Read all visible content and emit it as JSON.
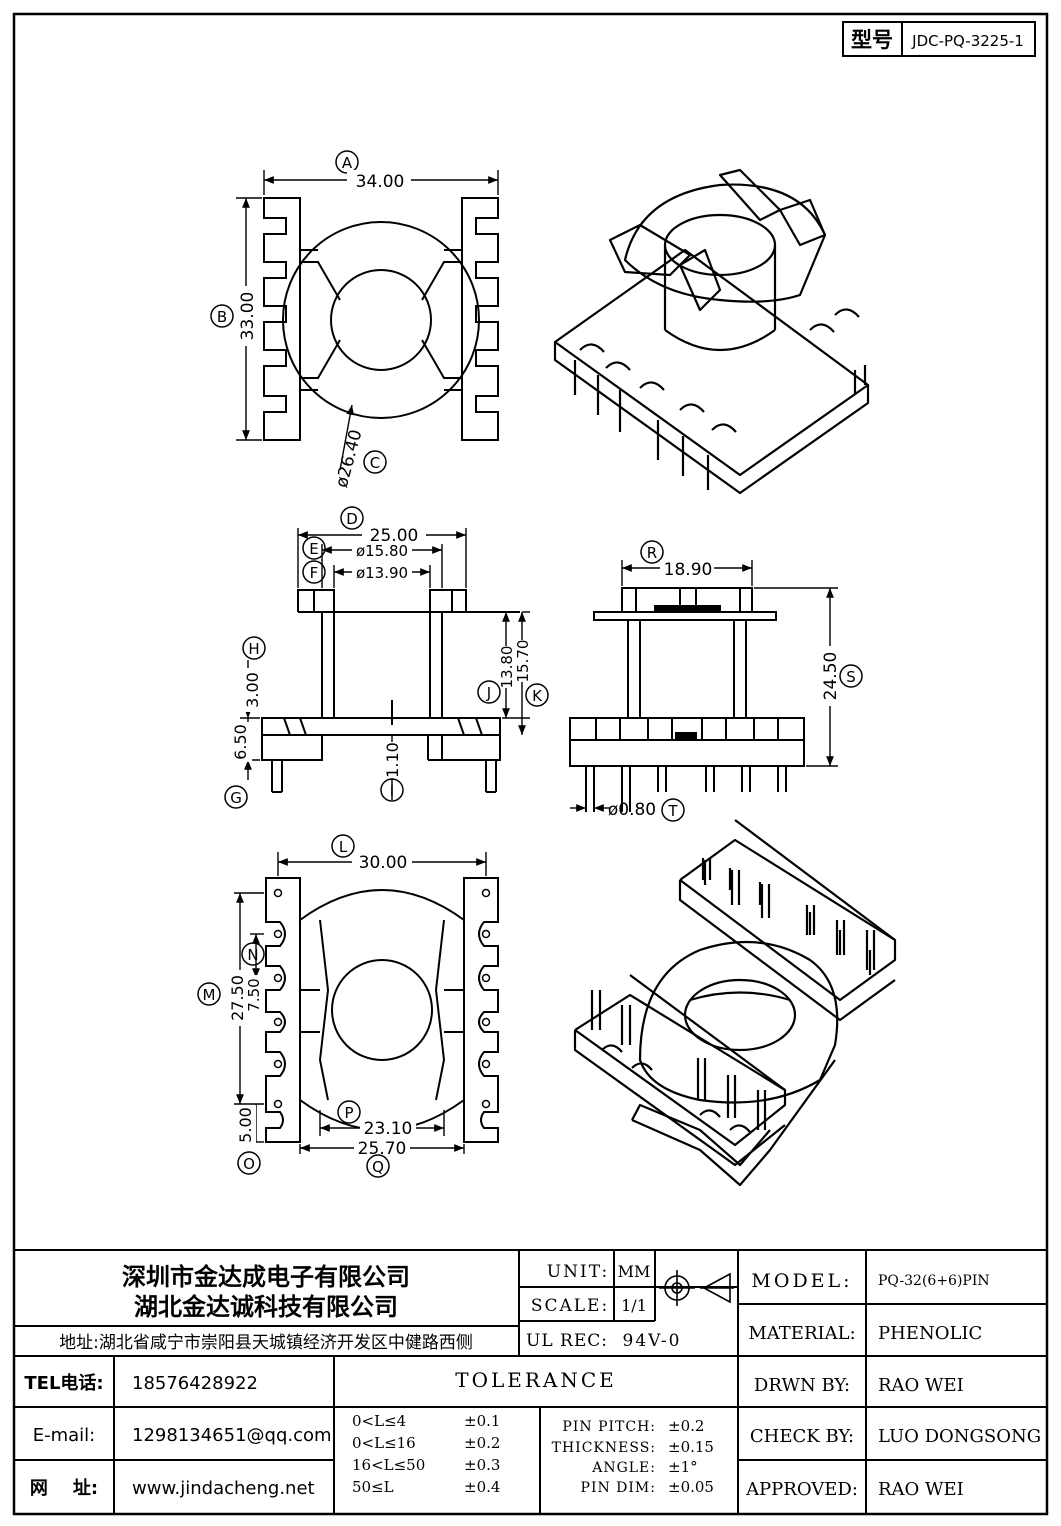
{
  "header": {
    "model_label": "型号",
    "model_code": "JDC-PQ-3225-1"
  },
  "dimensions": {
    "top_view": {
      "A": {
        "letter": "A",
        "value": "34.00"
      },
      "B": {
        "letter": "B",
        "value": "33.00"
      },
      "C": {
        "letter": "C",
        "value": "ø26.40"
      }
    },
    "front_view": {
      "D": {
        "letter": "D",
        "value": "25.00"
      },
      "E": {
        "letter": "E",
        "value": "ø15.80"
      },
      "F": {
        "letter": "F",
        "value": "ø13.90"
      },
      "H": {
        "letter": "H",
        "value": "3.00"
      },
      "G": {
        "letter": "G",
        "value": "6.50"
      },
      "I": {
        "letter": "I",
        "value": "1.10"
      },
      "J": {
        "letter": "J",
        "value": "13.80"
      },
      "K": {
        "letter": "K",
        "value": "15.70"
      }
    },
    "side_view": {
      "R": {
        "letter": "R",
        "value": "18.90"
      },
      "S": {
        "letter": "S",
        "value": "24.50"
      },
      "T": {
        "letter": "T",
        "value": "ø0.80"
      }
    },
    "bottom_view": {
      "L": {
        "letter": "L",
        "value": "30.00"
      },
      "M": {
        "letter": "M",
        "value": "27.50"
      },
      "N": {
        "letter": "N",
        "value": "7.50"
      },
      "O": {
        "letter": "O",
        "value": "5.00"
      },
      "P": {
        "letter": "P",
        "value": "23.10"
      },
      "Q": {
        "letter": "Q",
        "value": "25.70"
      }
    }
  },
  "title_block": {
    "company_1": "深圳市金达成电子有限公司",
    "company_2": "湖北金达诚科技有限公司",
    "address": "地址:湖北省咸宁市崇阳县天城镇经济开发区中健路西侧",
    "unit_label": "UNIT:",
    "unit_value": "MM",
    "scale_label": "SCALE:",
    "scale_value": "1/1",
    "ulrec_label": "UL REC:",
    "ulrec_value": "94V-0",
    "model_label": "MODEL:",
    "model_value": "PQ-32(6+6)PIN",
    "material_label": "MATERIAL:",
    "material_value": "PHENOLIC",
    "drawn_label": "DRWN BY:",
    "drawn_value": "RAO WEI",
    "check_label": "CHECK BY:",
    "check_value": "LUO DONGSONG",
    "approved_label": "APPROVED:",
    "approved_value": "RAO WEI",
    "tel_label": "TEL电话:",
    "tel_value": "18576428922",
    "email_label": "E-mail:",
    "email_value": "1298134651@qq.com",
    "web_label": "网    址:",
    "web_value": "www.jindacheng.net",
    "tolerance_title": "TOLERANCE",
    "tolerance_rows": [
      {
        "range": "0<L≤4",
        "value": "±0.1"
      },
      {
        "range": "0<L≤16",
        "value": "±0.2"
      },
      {
        "range": "16<L≤50",
        "value": "±0.3"
      },
      {
        "range": "50≤L",
        "value": "±0.4"
      }
    ],
    "special_tolerances": [
      {
        "label": "PIN PITCH:",
        "value": "±0.2"
      },
      {
        "label": "THICKNESS:",
        "value": "±0.15"
      },
      {
        "label": "ANGLE:",
        "value": "±1°"
      },
      {
        "label": "PIN DIM:",
        "value": "±0.05"
      }
    ]
  }
}
